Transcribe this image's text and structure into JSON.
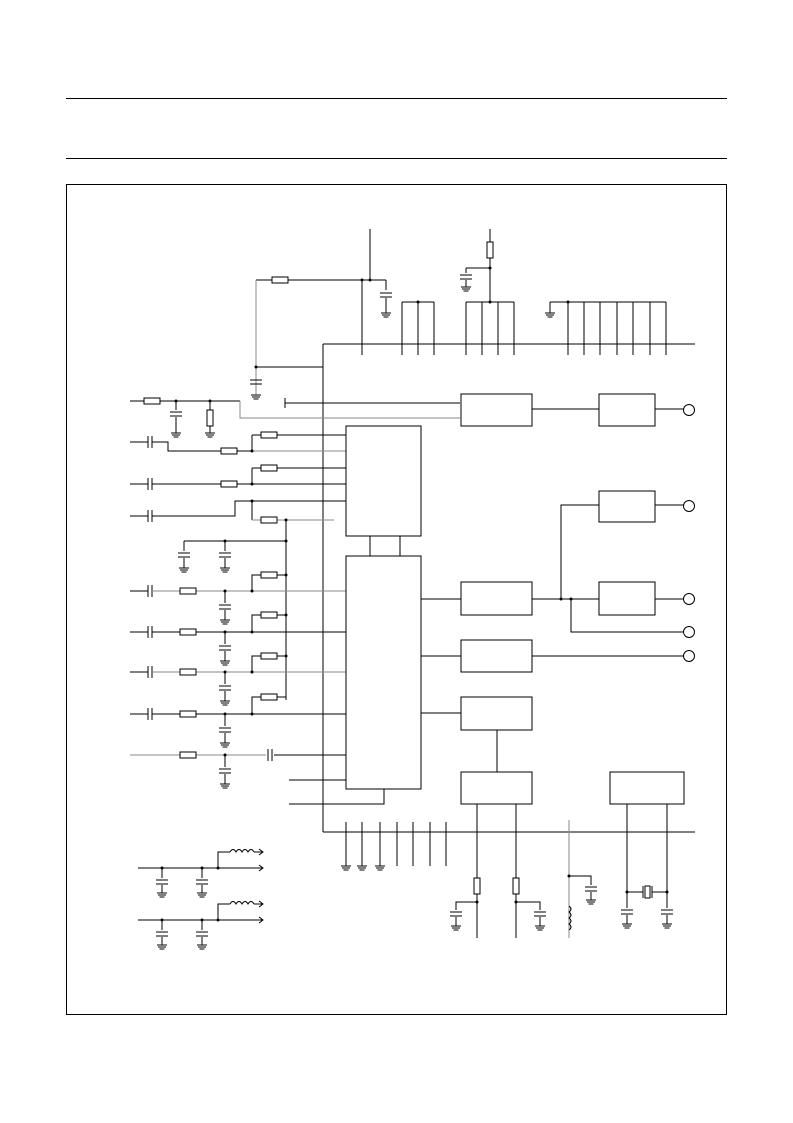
{
  "page": {
    "header_text": "",
    "figure_caption": ""
  },
  "diagram": {
    "description": "",
    "colors": {
      "line": "#000000",
      "secondary_line": "#888888",
      "background": "#ffffff"
    },
    "blocks": [
      {
        "id": "main-ic-upper",
        "label": ""
      },
      {
        "id": "main-ic-lower",
        "label": ""
      },
      {
        "id": "block-right-1",
        "label": ""
      },
      {
        "id": "block-right-2",
        "label": ""
      },
      {
        "id": "block-mid-1",
        "label": ""
      },
      {
        "id": "block-mid-2",
        "label": ""
      },
      {
        "id": "block-mid-3",
        "label": ""
      },
      {
        "id": "block-mid-4",
        "label": ""
      },
      {
        "id": "block-mid-5",
        "label": ""
      },
      {
        "id": "block-out-1",
        "label": ""
      },
      {
        "id": "block-out-2",
        "label": ""
      },
      {
        "id": "block-osc",
        "label": ""
      }
    ],
    "output_terminals": [
      {
        "id": "out-1",
        "label": ""
      },
      {
        "id": "out-2",
        "label": ""
      },
      {
        "id": "out-3",
        "label": ""
      },
      {
        "id": "out-4",
        "label": ""
      },
      {
        "id": "out-5",
        "label": ""
      }
    ],
    "input_lines": [
      {
        "id": "in-1",
        "label": ""
      },
      {
        "id": "in-2",
        "label": ""
      },
      {
        "id": "in-3",
        "label": ""
      },
      {
        "id": "in-4",
        "label": ""
      },
      {
        "id": "in-5",
        "label": ""
      },
      {
        "id": "in-6",
        "label": ""
      },
      {
        "id": "in-7",
        "label": ""
      },
      {
        "id": "in-8",
        "label": ""
      },
      {
        "id": "in-9",
        "label": ""
      }
    ]
  }
}
